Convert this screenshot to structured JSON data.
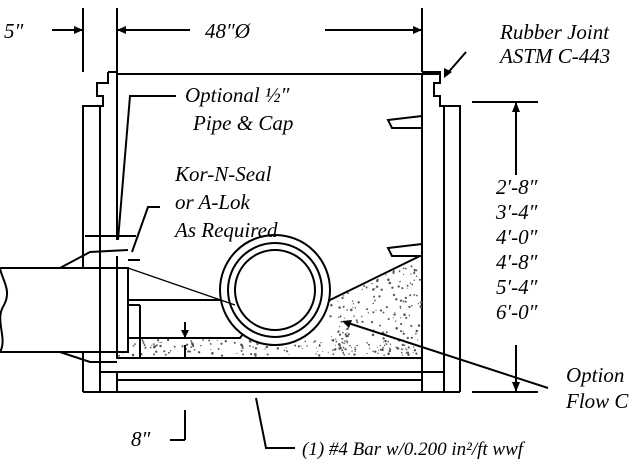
{
  "dimensions": {
    "wall_thickness": "5″",
    "diameter": "48″Ø",
    "base_thickness": "8″"
  },
  "labels": {
    "rubber_joint_line1": "Rubber Joint",
    "rubber_joint_line2": "ASTM C-443",
    "optional_pipe_line1": "Optional ½″",
    "optional_pipe_line2": "Pipe & Cap",
    "kor_n_seal_line1": "Kor-N-Seal",
    "kor_n_seal_line2": "or A-Lok",
    "kor_n_seal_line3": "As Required",
    "optional_flow_line1": "Option",
    "optional_flow_line2": "Flow C",
    "rebar_note": "(1) #4 Bar w/0.200 in²/ft wwf"
  },
  "base_heights": [
    "2′-8″",
    "3′-4″",
    "4′-0″",
    "4′-8″",
    "5′-4″",
    "6′-0″"
  ],
  "colors": {
    "ink": "#000000",
    "paper": "#ffffff",
    "concrete_speckle": "#555555"
  }
}
